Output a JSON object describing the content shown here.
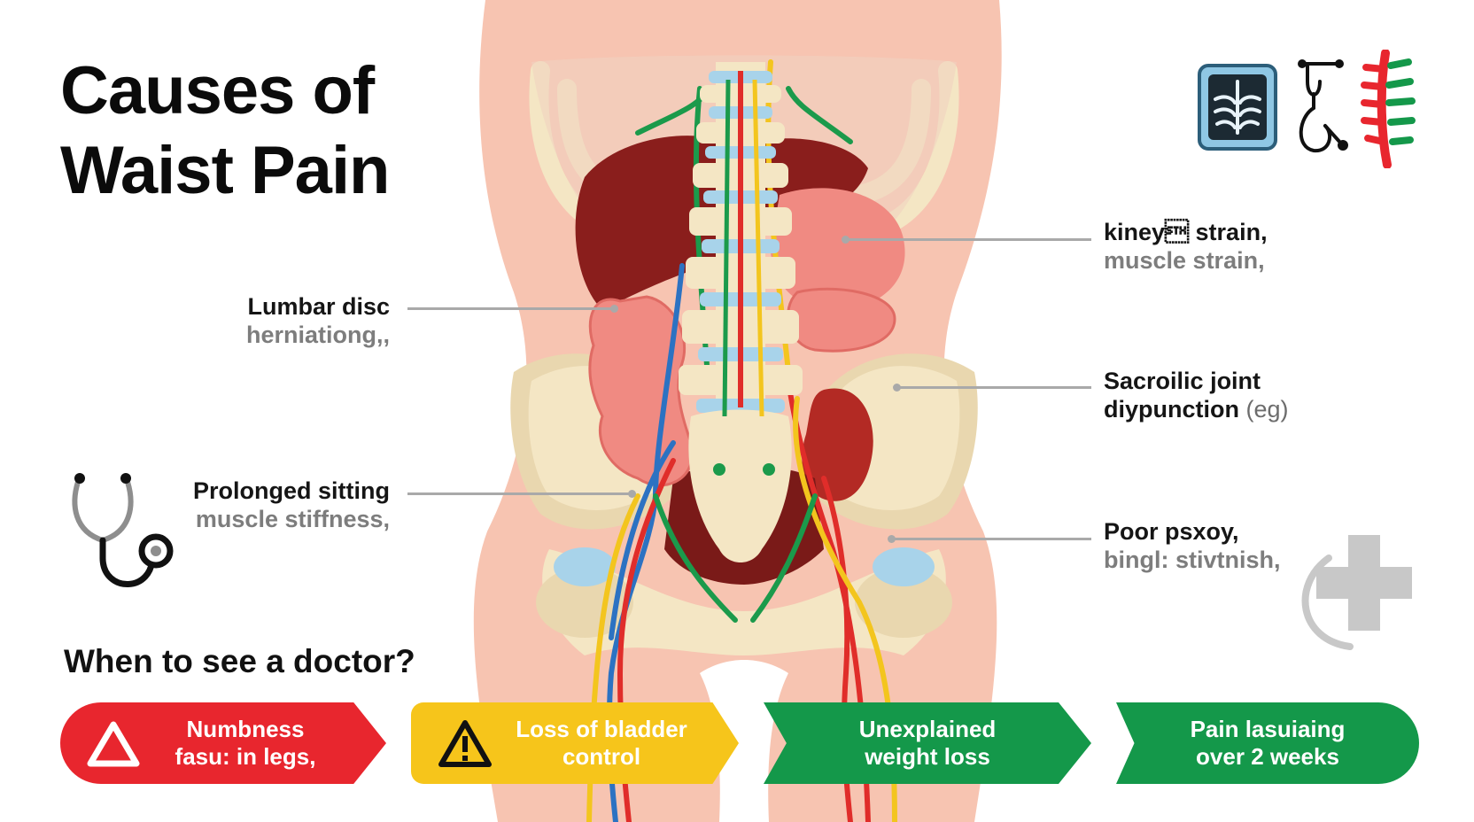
{
  "title": {
    "line1": "Causes of",
    "line2": "Waist Pain"
  },
  "labels": {
    "lumbar": {
      "main": "Lumbar disc",
      "sub": "herniationg,,"
    },
    "sitting": {
      "main": "Prolonged sitting",
      "sub": "muscle stiffness,"
    },
    "kidney": {
      "main": "kiney\u0002 strain,",
      "sub": "muscle strain,"
    },
    "sacroiliac": {
      "main": "Sacroilic joint",
      "sub_bold": "diypunction",
      "sub_light": "(eg)"
    },
    "posture": {
      "main": "Poor psxoy,",
      "sub": "bingl: stivtnish,"
    }
  },
  "question": "When to see a doctor?",
  "warnings": [
    {
      "line1": "Numbness",
      "line2": "fasu: in legs,",
      "color": "#e8262e",
      "icon": "warning-triangle-icon"
    },
    {
      "line1": "Loss of bladder",
      "line2": "control",
      "color": "#f6c51b",
      "icon": "warning-triangle-icon"
    },
    {
      "line1": "Unexplained",
      "line2": "weight loss",
      "color": "#14984a"
    },
    {
      "line1": "Pain lasuiaing",
      "line2": "over 2 weeks",
      "color": "#14984a"
    }
  ],
  "icons": [
    "xray-icon",
    "stethoscope-icon",
    "spine-icon",
    "medical-cross-icon"
  ],
  "colors": {
    "skin": "#f7c4b1",
    "bone": "#f4e6c4",
    "liver": "#8a1e1c",
    "intestine": "#f08a82",
    "disc": "#a8d3ea",
    "nerve_yellow": "#f3c51e",
    "nerve_green": "#1b9a4b",
    "artery_red": "#e02d2a",
    "vein_blue": "#2c72c2"
  }
}
